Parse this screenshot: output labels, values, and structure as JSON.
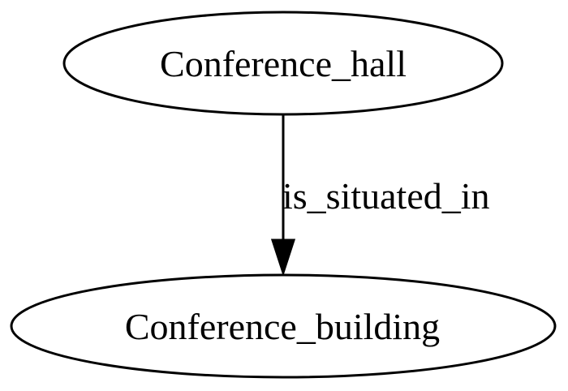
{
  "diagram": {
    "nodes": {
      "source": {
        "label": "Conference_hall"
      },
      "target": {
        "label": "Conference_building"
      }
    },
    "edge": {
      "label": "is_situated_in",
      "from": "Conference_hall",
      "to": "Conference_building"
    }
  },
  "colors": {
    "stroke": "#000000",
    "background": "#ffffff"
  }
}
